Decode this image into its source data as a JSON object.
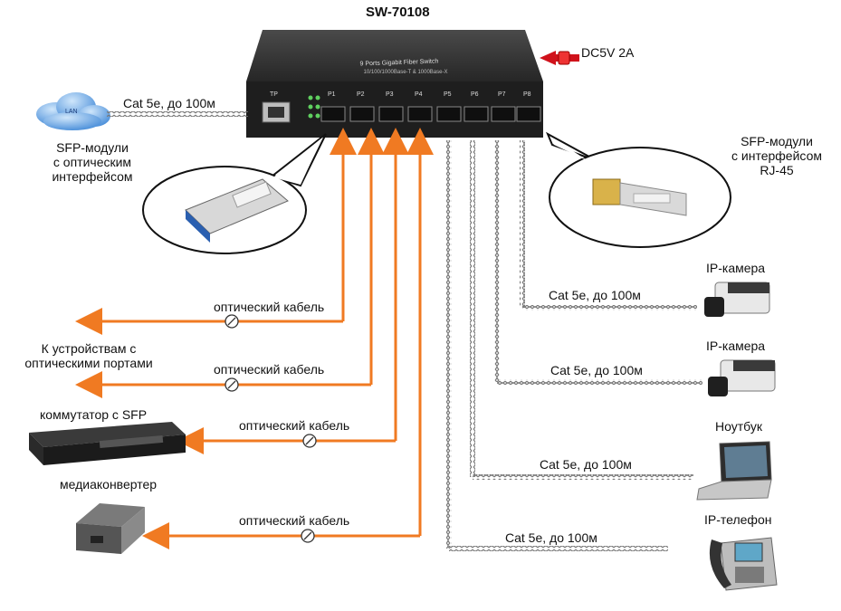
{
  "title": "SW-70108",
  "power": {
    "label": "DC5V 2A",
    "arrow_color": "#d0121b"
  },
  "switch": {
    "name_line1": "9 Ports Gigabit Fiber Switch",
    "name_line2": "10/100/1000Base-T & 1000Base-X",
    "tp_label": "TP",
    "ports": [
      "P1",
      "P2",
      "P3",
      "P4",
      "P5",
      "P6",
      "P7",
      "P8"
    ]
  },
  "lan": {
    "cloud_label": "LAN",
    "cable_label": "Cat 5e, до 100м"
  },
  "sfp_optical_caption": [
    "SFP-модули",
    "с оптическим",
    "интерфейсом"
  ],
  "sfp_rj45_caption": [
    "SFP-модули",
    "с интерфейсом",
    "RJ-45"
  ],
  "fiber_links": [
    {
      "cable_label": "оптический кабель"
    },
    {
      "cable_label": "оптический кабель"
    },
    {
      "cable_label": "оптический кабель"
    },
    {
      "cable_label": "оптический кабель"
    }
  ],
  "optical_devices_caption": [
    "К устройствам с",
    "оптическими портами"
  ],
  "sfp_switch_caption": "коммутатор с SFP",
  "media_converter_caption": "медиаконвертер",
  "copper_links": [
    {
      "device": "IP-камера",
      "cable_label": "Cat 5e, до 100м"
    },
    {
      "device": "IP-камера",
      "cable_label": "Cat 5e, до 100м"
    },
    {
      "device": "Ноутбук",
      "cable_label": "Cat 5e, до 100м"
    },
    {
      "device": "IP-телефон",
      "cable_label": "Cat 5e, до 100м"
    }
  ],
  "colors": {
    "fiber": "#f07a22",
    "cable": "#8a8a8a",
    "switch_body": "#2b2b2b",
    "cloud": "#4f93d8"
  }
}
